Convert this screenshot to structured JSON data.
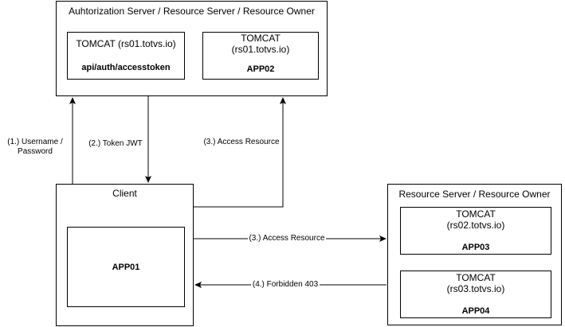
{
  "auth_server": {
    "title": "Auhtorization Server / Resource Server / Resource Owner",
    "box_left": {
      "line1": "TOMCAT (rs01.totvs.io)",
      "line2": "api/auth/accesstoken"
    },
    "box_right": {
      "line1": "TOMCAT",
      "line2": "(rs01.totvs.io)",
      "line3": "APP02"
    }
  },
  "client": {
    "title": "Client",
    "app": "APP01"
  },
  "resource_server": {
    "title": "Resource Server / Resource Owner",
    "app03": {
      "line1": "TOMCAT",
      "line2": "(rs02.totvs.io)",
      "line3": "APP03"
    },
    "app04": {
      "line1": "TOMCAT",
      "line2": "(rs03.totvs.io)",
      "line3": "APP04"
    }
  },
  "edges": {
    "e1_line1": "(1.) Username /",
    "e1_line2": "Password",
    "e2": "(2.) Token JWT",
    "e3a": "(3.) Access Resource",
    "e3b": "(3.) Access Resource",
    "e4": "(4.) Forbidden 403"
  }
}
